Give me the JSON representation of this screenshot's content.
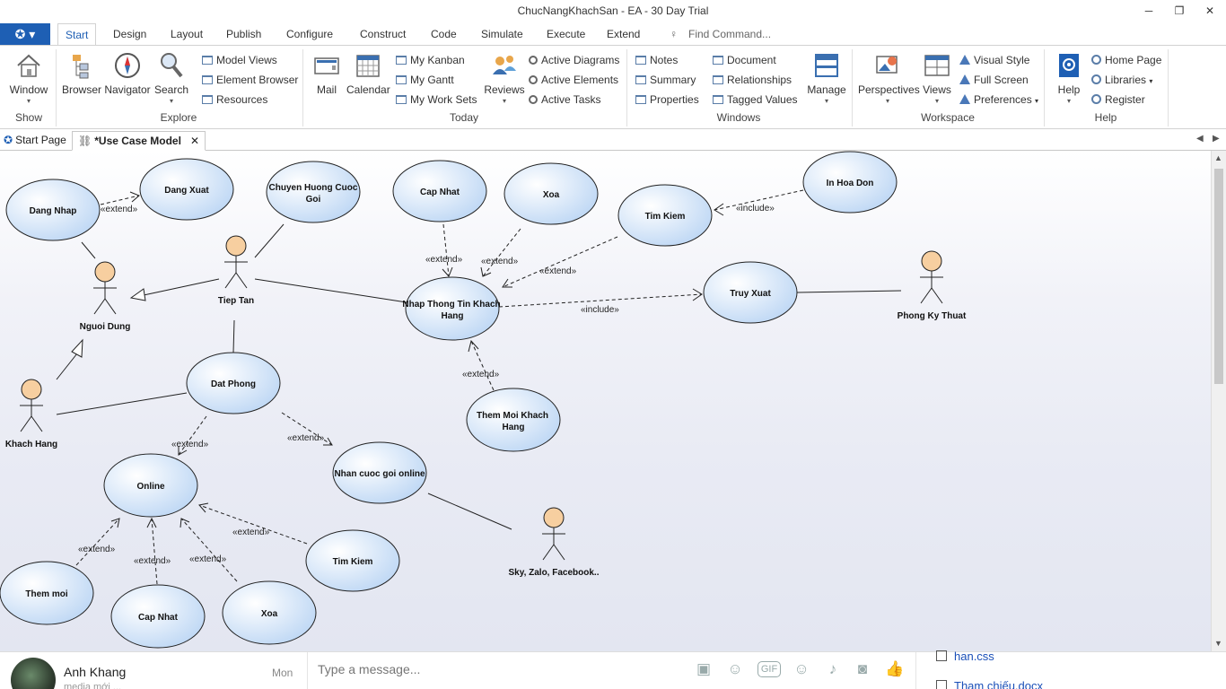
{
  "window": {
    "title": "ChucNangKhachSan - EA - 30 Day Trial",
    "minimize": "─",
    "restore": "❐",
    "close": "✕"
  },
  "ribbon": {
    "app_menu_icon": "ea-logo-icon",
    "tabs": [
      "Start",
      "Design",
      "Layout",
      "Publish",
      "Configure",
      "Construct",
      "Code",
      "Simulate",
      "Execute",
      "Extend"
    ],
    "active_tab": "Start",
    "find_command_placeholder": "Find Command...",
    "groups": {
      "show": {
        "label": "Show",
        "window": "Window"
      },
      "explore": {
        "label": "Explore",
        "browser": "Browser",
        "navigator": "Navigator",
        "search": "Search",
        "model_views": "Model Views",
        "element_browser": "Element Browser",
        "resources": "Resources"
      },
      "today": {
        "label": "Today",
        "mail": "Mail",
        "calendar": "Calendar",
        "my_kanban": "My Kanban",
        "my_gantt": "My Gantt",
        "my_work_sets": "My Work Sets",
        "reviews": "Reviews",
        "active_diagrams": "Active Diagrams",
        "active_elements": "Active Elements",
        "active_tasks": "Active Tasks"
      },
      "windows": {
        "label": "Windows",
        "notes": "Notes",
        "summary": "Summary",
        "properties": "Properties",
        "document": "Document",
        "relationships": "Relationships",
        "tagged_values": "Tagged Values",
        "manage": "Manage"
      },
      "workspace": {
        "label": "Workspace",
        "perspectives": "Perspectives",
        "views": "Views",
        "visual_style": "Visual Style",
        "full_screen": "Full Screen",
        "preferences": "Preferences"
      },
      "help": {
        "label": "Help",
        "help": "Help",
        "home_page": "Home Page",
        "libraries": "Libraries",
        "register": "Register"
      }
    }
  },
  "doc_tabs": {
    "start_page": "Start Page",
    "use_case_model": "*Use Case Model",
    "close": "✕"
  },
  "diagram": {
    "use_cases": {
      "dang_nhap": "Dang Nhap",
      "dang_xuat": "Dang Xuat",
      "chuyen_huong": [
        "Chuyen Huong Cuoc",
        "Goi"
      ],
      "cap_nhat_top": "Cap Nhat",
      "xoa_top": "Xoa",
      "tim_kiem_top": "Tim Kiem",
      "in_hoa_don": "In Hoa Don",
      "nhap_thong_tin": [
        "Nhap Thong Tin Khach",
        "Hang"
      ],
      "truy_xuat": "Truy Xuat",
      "them_moi_kh": [
        "Them Moi Khach",
        "Hang"
      ],
      "dat_phong": "Dat Phong",
      "online": "Online",
      "nhan_cuoc": "Nhan cuoc goi online",
      "them_moi": "Them moi",
      "cap_nhat_bottom": "Cap Nhat",
      "xoa_bottom": "Xoa",
      "tim_kiem_bottom": "Tim Kiem"
    },
    "actors": {
      "nguoi_dung": "Nguoi Dung",
      "tiep_tan": "Tiep Tan",
      "khach_hang": "Khach Hang",
      "phong_ky_thuat": "Phong Ky Thuat",
      "sky_zalo": "Sky, Zalo, Facebook.."
    },
    "stereotypes": {
      "extend": "«extend»",
      "include": "«include»"
    }
  },
  "chat": {
    "name": "Anh Khang",
    "subtitle": "media mới ...",
    "time": "Mon",
    "input_placeholder": "Type a message...",
    "gif": "GIF",
    "files": [
      "han.css",
      "Tham chiếu.docx"
    ]
  },
  "colors": {
    "brand_blue": "#1e5fb4",
    "usecase_fill": "#d9e9fb",
    "actor_head": "#f7cfa0",
    "like_blue": "#1877f2"
  }
}
